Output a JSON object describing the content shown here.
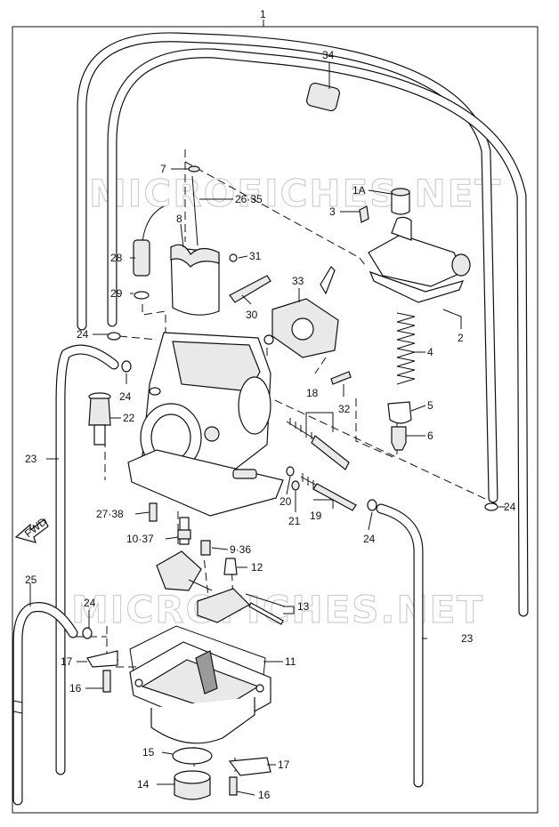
{
  "watermark": "MICROFICHES.NET",
  "direction_arrow": "FWD",
  "callouts": {
    "c1": "1",
    "c1a": "1A",
    "c2": "2",
    "c3": "3",
    "c4": "4",
    "c5": "5",
    "c6": "6",
    "c7": "7",
    "c8": "8",
    "c9_36": "9·36",
    "c10_37": "10·37",
    "c11": "11",
    "c12": "12",
    "c13": "13",
    "c14": "14",
    "c15": "15",
    "c16a": "16",
    "c16b": "16",
    "c17a": "17",
    "c17b": "17",
    "c18": "18",
    "c19": "19",
    "c20": "20",
    "c21": "21",
    "c22": "22",
    "c23a": "23",
    "c23b": "23",
    "c24a": "24",
    "c24b": "24",
    "c24c": "24",
    "c24d": "24",
    "c24e": "24",
    "c25": "25",
    "c26_35": "26·35",
    "c27_38": "27·38",
    "c28": "28",
    "c29": "29",
    "c30": "30",
    "c31": "31",
    "c32": "32",
    "c33": "33",
    "c34": "34"
  }
}
